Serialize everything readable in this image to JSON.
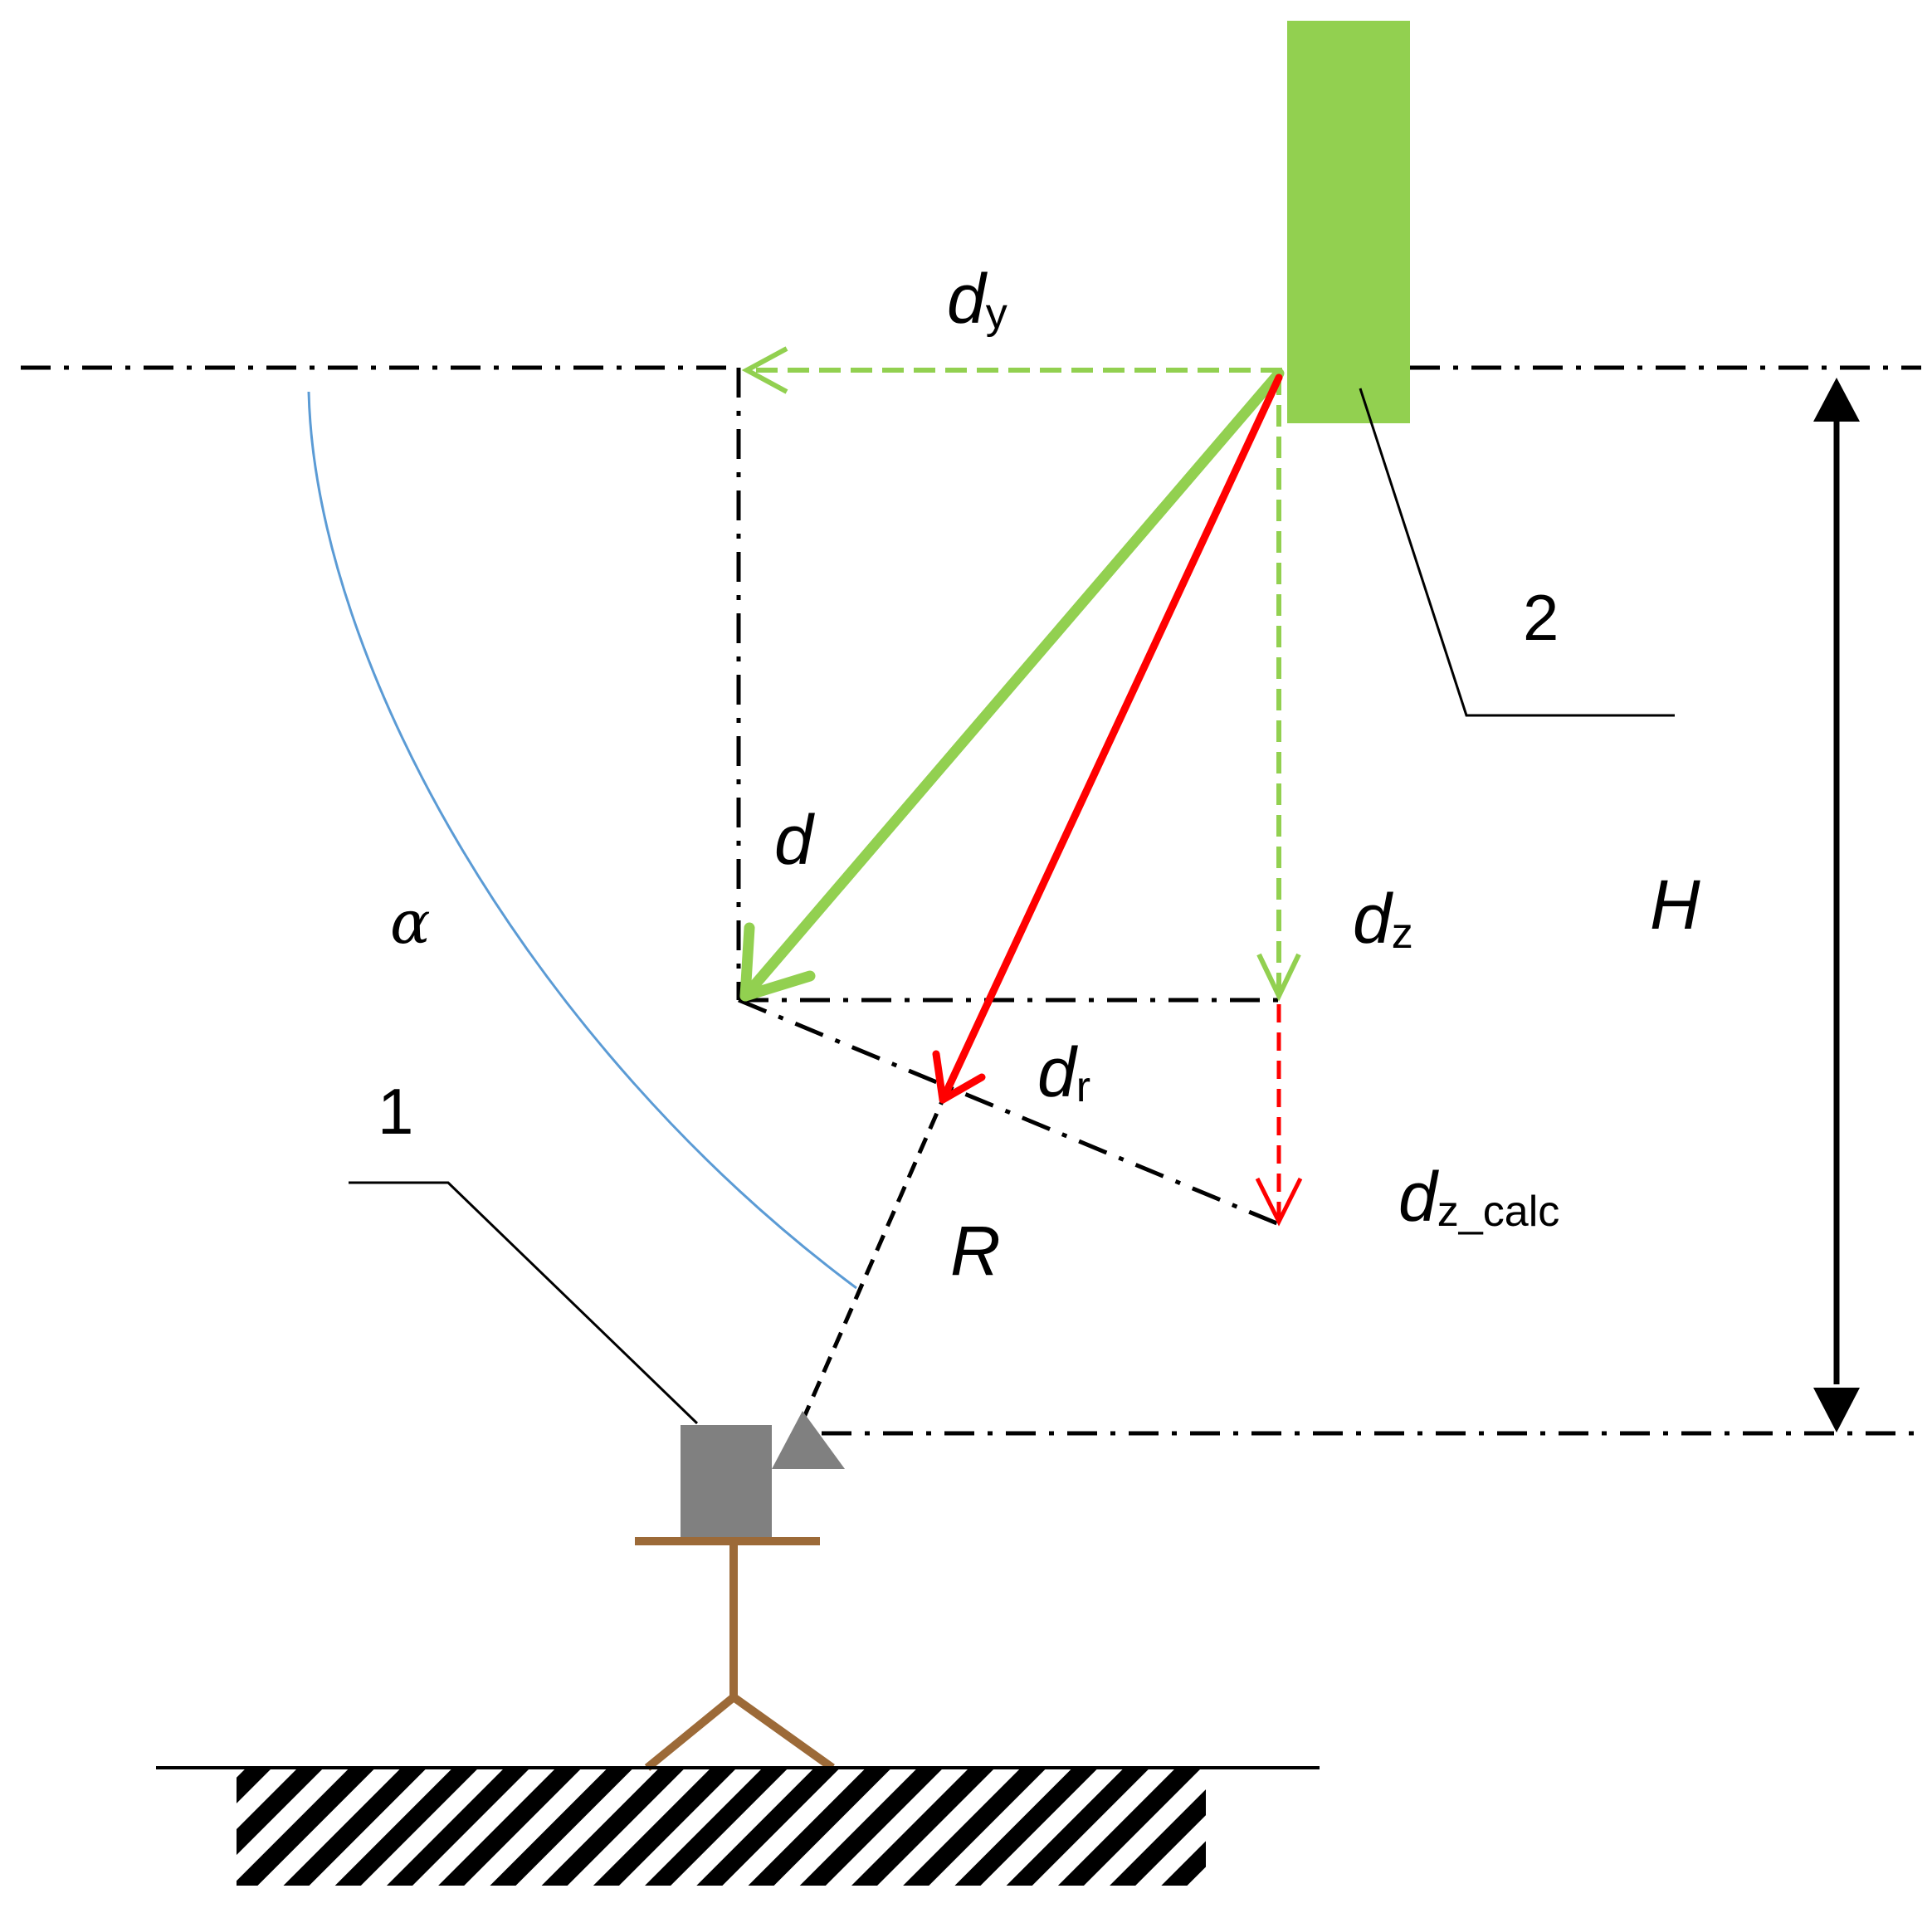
{
  "labels": {
    "d_y": {
      "main": "d",
      "sub": "y"
    },
    "d": {
      "main": "d"
    },
    "d_z": {
      "main": "d",
      "sub": "z"
    },
    "d_r": {
      "main": "d",
      "sub": "r"
    },
    "d_z_calc": {
      "main": "d",
      "sub": "z_calc"
    },
    "H": {
      "main": "H"
    },
    "R": {
      "main": "R"
    },
    "alpha": {
      "main": "α"
    },
    "marker_1": "1",
    "marker_2": "2"
  },
  "colors": {
    "target": "#92d050",
    "vector_d": "#92d050",
    "vector_calc": "#ff0000",
    "arc": "#5b9bd5",
    "instrument": "#808080",
    "tripod": "#9c6a38",
    "lines": "#000000"
  }
}
